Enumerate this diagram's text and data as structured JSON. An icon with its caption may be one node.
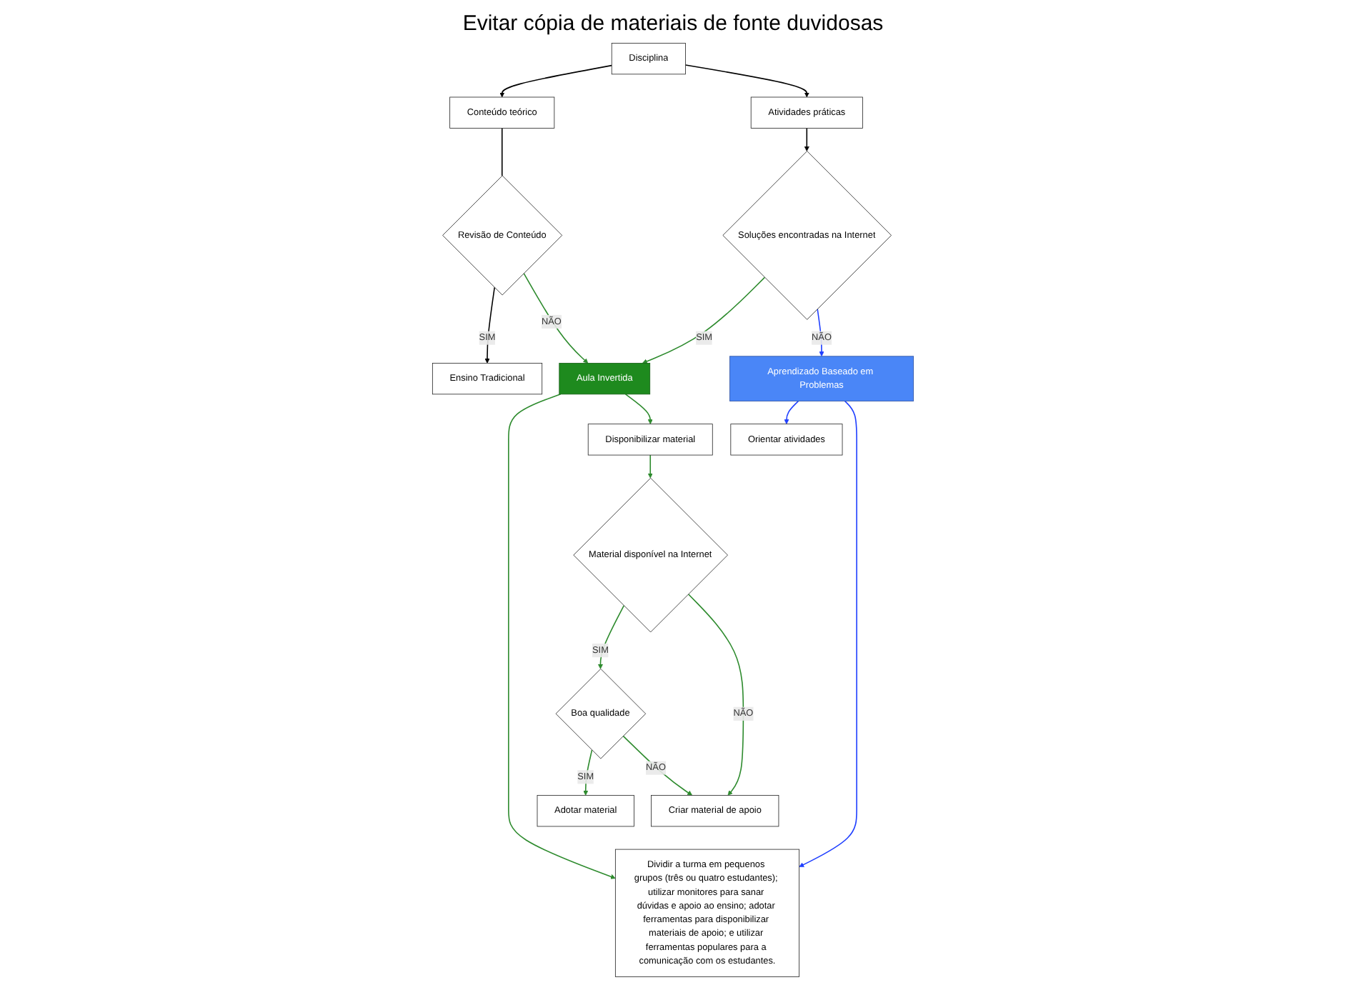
{
  "diagram": {
    "nodes": [
      {
        "text": [
          "Disciplina"
        ]
      },
      {
        "text": [
          "Conteúdo teórico"
        ]
      },
      {
        "text": [
          "Revisão de Conteúdo"
        ]
      },
      {
        "text": [
          "Ensino Tradicional"
        ]
      },
      {
        "text": [
          "Aula Invertida"
        ]
      },
      {
        "text": [
          "Atividades práticas"
        ]
      },
      {
        "text": [
          "Soluções encontradas na Internet"
        ]
      },
      {
        "text": [
          "Disponibilizar material"
        ]
      },
      {
        "text": [
          "Adotar material"
        ]
      },
      {
        "text": [
          "Material disponível na Internet"
        ]
      },
      {
        "text": [
          "Boa qualidade"
        ]
      },
      {
        "text": [
          "Orientar atividades"
        ]
      },
      {
        "text": [
          "Aprendizado Baseado em Problemas"
        ]
      },
      {
        "text": [
          "Criar material de apoio"
        ]
      },
      {
        "text": [
          "Dividir a turma em pequenos grupos (três ou quatro estudantes); utilizar monitores para sanar dúvidas e apoio ao ensino; adotar ferramentas para disponibilizar materiais de apoio; e utilizar ferramentas populares para a comunicação com os estudantes."
        ]
      }
    ],
    "edges": [
      {
        "from": 0,
        "to": 1,
        "arrow": "to",
        "color": "#000000"
      },
      {
        "from": 0,
        "to": 5,
        "arrow": "to",
        "color": "#000000"
      },
      {
        "from": 1,
        "to": 2,
        "arrow": "none",
        "color": "#000000"
      },
      {
        "from": 2,
        "to": 3,
        "arrow": "to",
        "label": "SIM",
        "color": "#000000"
      },
      {
        "from": 2,
        "to": 4,
        "arrow": "to",
        "label": "NÃO"
      },
      {
        "from": 5,
        "to": 6,
        "arrow": "to",
        "color": "#000000"
      },
      {
        "from": 6,
        "to": 4,
        "arrow": "to",
        "label": "SIM"
      },
      {
        "from": 6,
        "to": 12,
        "arrow": "to",
        "label": "NÃO",
        "color": "#1f3fff"
      },
      {
        "from": 12,
        "to": 11,
        "arrow": "to",
        "color": "#1f3fff"
      },
      {
        "from": 12,
        "to": 14,
        "arrow": "to",
        "color": "#1f3fff"
      },
      {
        "from": 4,
        "to": 14,
        "arrow": "to"
      },
      {
        "from": 4,
        "to": 7,
        "arrow": "to"
      },
      {
        "from": 7,
        "to": 9,
        "arrow": "to"
      },
      {
        "from": 9,
        "to": 10,
        "arrow": "to",
        "label": "SIM"
      },
      {
        "from": 10,
        "to": 8,
        "arrow": "to",
        "label": "SIM"
      },
      {
        "from": 9,
        "to": 13,
        "arrow": "to",
        "label": "NÃO"
      },
      {
        "from": 10,
        "to": 13,
        "arrow": "to",
        "label": "NÃO"
      }
    ],
    "labels": [
      "Evitar cópia de materiais de fonte duvidosas"
    ]
  }
}
